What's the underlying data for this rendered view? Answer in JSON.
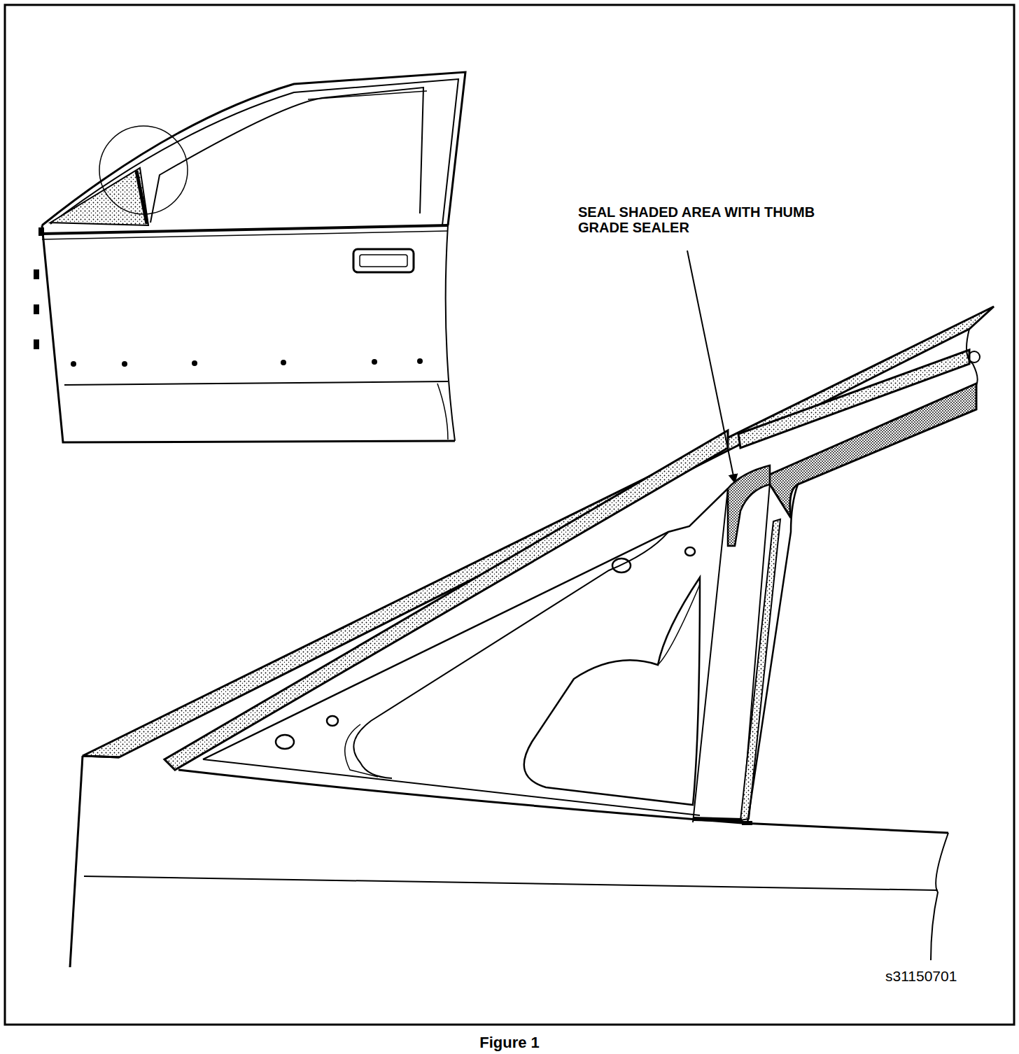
{
  "diagram": {
    "caption": "Figure 1",
    "labels": [
      "SEAL SHADED AREA WITH THUMB GRADE SEALER",
      "s31150701"
    ]
  }
}
